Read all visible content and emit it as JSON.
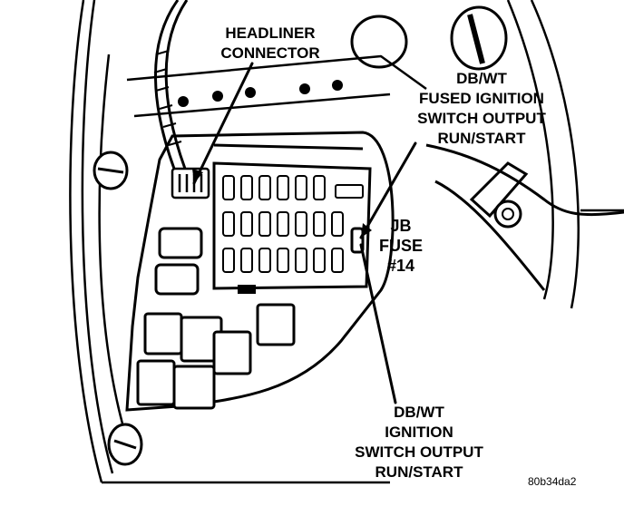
{
  "labels": {
    "headliner": [
      "HEADLINER",
      "CONNECTOR"
    ],
    "fused_output": [
      "DB/WT",
      "FUSED IGNITION",
      "SWITCH OUTPUT",
      "RUN/START"
    ],
    "jb_fuse": [
      "JB",
      "FUSE",
      "#14"
    ],
    "ignition_output": [
      "DB/WT",
      "IGNITION",
      "SWITCH OUTPUT",
      "RUN/START"
    ]
  },
  "figure_id": "80b34da2",
  "colors": {
    "line": "#000000",
    "background": "#ffffff"
  }
}
